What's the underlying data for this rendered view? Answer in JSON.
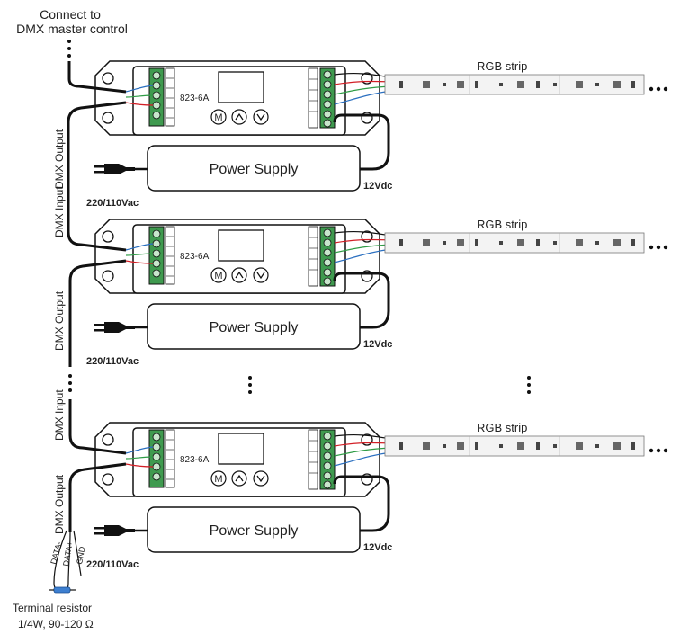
{
  "header": {
    "connect_line1": "Connect to",
    "connect_line2": "DMX master control"
  },
  "units": [
    {
      "model": "823-6A",
      "button_m": "M",
      "power_supply": "Power Supply",
      "ac_input": "220/110Vac",
      "dc_output": "12Vdc",
      "strip_label": "RGB strip"
    },
    {
      "model": "823-6A",
      "button_m": "M",
      "power_supply": "Power Supply",
      "ac_input": "220/110Vac",
      "dc_output": "12Vdc",
      "strip_label": "RGB strip"
    },
    {
      "model": "823-6A",
      "button_m": "M",
      "power_supply": "Power Supply",
      "ac_input": "220/110Vac",
      "dc_output": "12Vdc",
      "strip_label": "RGB strip"
    }
  ],
  "dmx_labels": {
    "output": "DMX Output",
    "input": "DMX Input"
  },
  "terminal": {
    "data_minus": "DATA-",
    "data_plus": "DATA+",
    "gnd": "GND",
    "title": "Terminal resistor",
    "spec": "1/4W, 90-120 Ω"
  },
  "colors": {
    "wire": "#111111",
    "terminal_green": "#3f9a4f",
    "red_wire": "#d21f26",
    "green_wire": "#2f9c46",
    "blue_wire": "#2a6fc0",
    "resistor_blue": "#3d7fd0"
  }
}
